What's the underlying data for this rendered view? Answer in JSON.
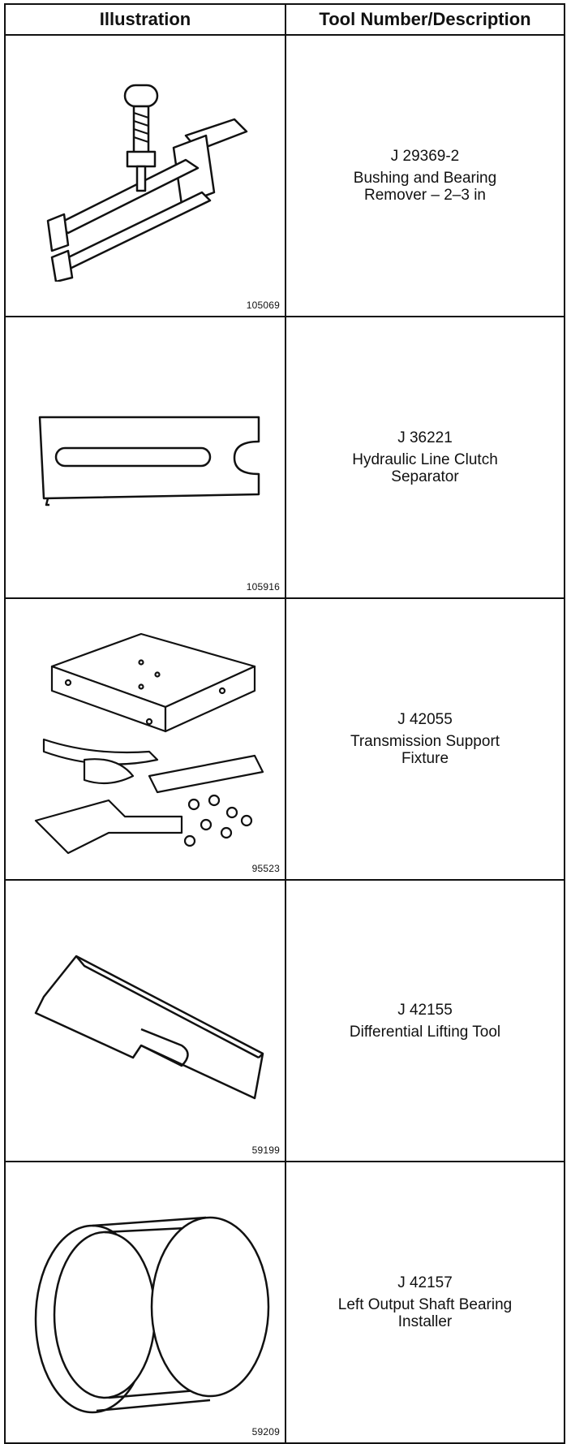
{
  "table": {
    "headers": [
      "Illustration",
      "Tool Number/Description"
    ],
    "rows": [
      {
        "figure": "105069",
        "number": "J 29369-2",
        "description": "Bushing and Bearing\nRemover – 2–3 in",
        "icon": "bushing-bearing-remover-icon"
      },
      {
        "figure": "105916",
        "number": "J 36221",
        "description": "Hydraulic Line Clutch\nSeparator",
        "icon": "clutch-separator-icon"
      },
      {
        "figure": "95523",
        "number": "J 42055",
        "description": "Transmission Support\nFixture",
        "icon": "support-fixture-icon"
      },
      {
        "figure": "59199",
        "number": "J 42155",
        "description": "Differential Lifting Tool",
        "icon": "lifting-tool-icon"
      },
      {
        "figure": "59209",
        "number": "J 42157",
        "description": "Left Output Shaft Bearing\nInstaller",
        "icon": "bearing-installer-icon"
      }
    ]
  }
}
